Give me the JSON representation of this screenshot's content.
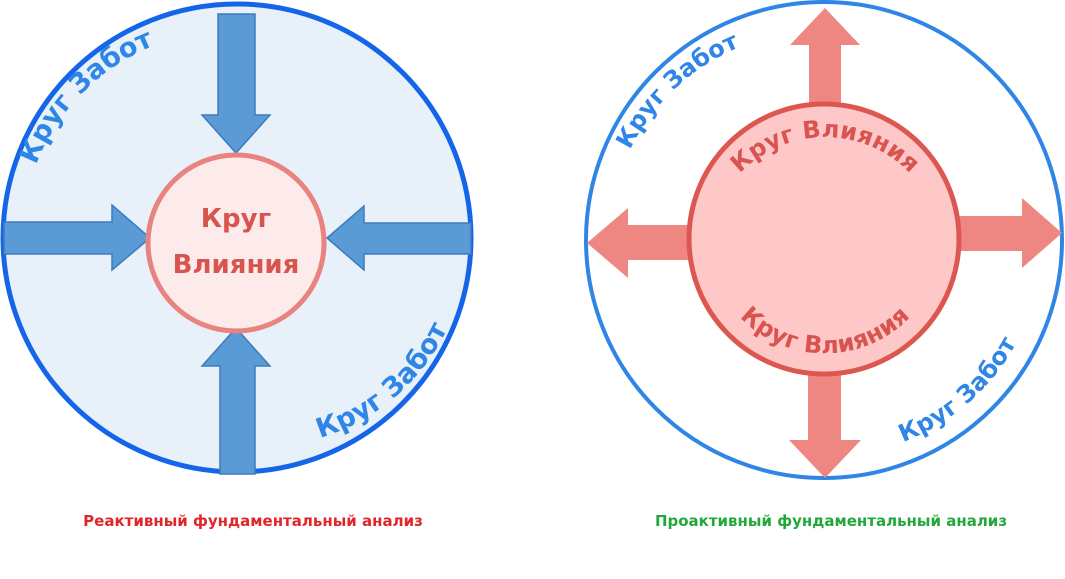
{
  "diagrams": {
    "reactive": {
      "outer_label_top": "Круг Забот",
      "outer_label_bottom": "Круг Забот",
      "inner_label_line1": "Круг",
      "inner_label_line2": "Влияния",
      "caption": "Реактивный фундаментальный анализ",
      "arrow_direction": "inward"
    },
    "proactive": {
      "outer_label_top": "Круг Забот",
      "outer_label_bottom": "Круг Забот",
      "inner_label_top": "Круг Влияния",
      "inner_label_bottom": "Круг Влияния",
      "caption": "Проактивный фундаментальный анализ",
      "arrow_direction": "outward"
    }
  },
  "colors": {
    "outer_ring_reactive": "#1565e8",
    "outer_ring_proactive": "#2f86e6",
    "outer_fill_reactive": "#e8f0f9",
    "blue_arrow": "#5a9bd5",
    "blue_arrow_stroke": "#3d7bbf",
    "blue_text": "#2f86e6",
    "inner_ring_reactive": "#e8837f",
    "inner_fill_reactive": "#fdeaea",
    "inner_ring_proactive": "#dd5751",
    "inner_fill_proactive": "#fec8c8",
    "red_arrow": "#ee8781",
    "red_text": "#d9534f",
    "caption_reactive": "#e0262b",
    "caption_proactive": "#22a83a"
  }
}
